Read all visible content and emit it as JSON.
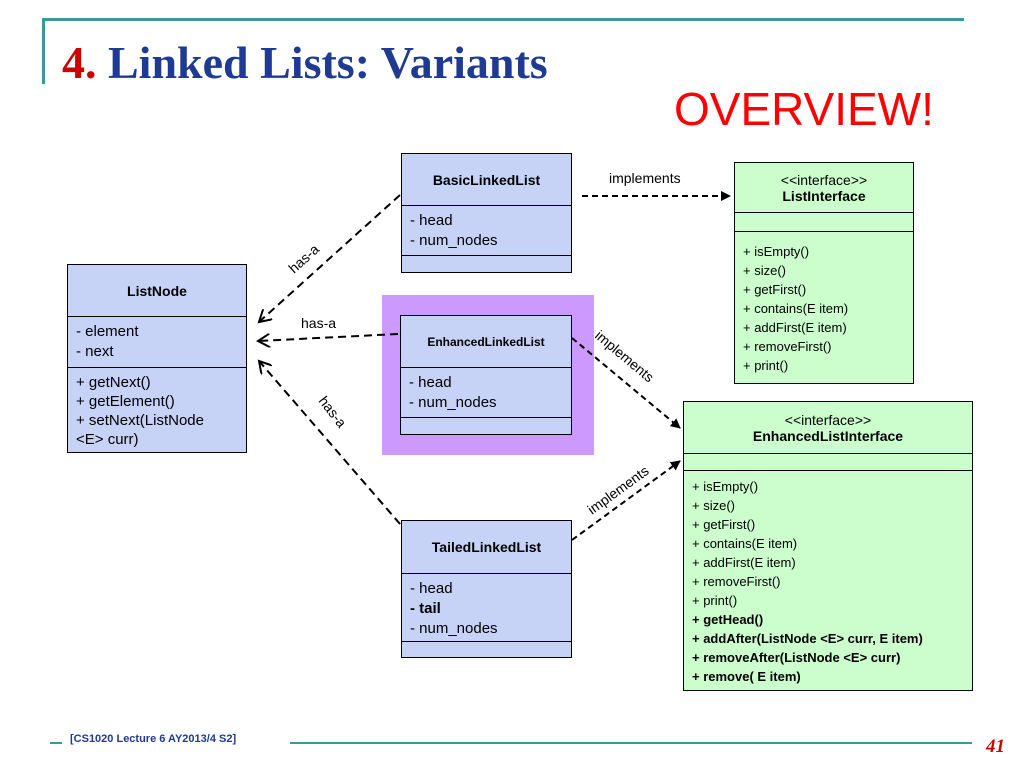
{
  "slide": {
    "title_number": "4.",
    "title_text": "Linked Lists: Variants",
    "overview": "OVERVIEW!",
    "footer": "[CS1020 Lecture 6 AY2013/4 S2]",
    "page_number": "41"
  },
  "classes": {
    "basic": {
      "name": "BasicLinkedList",
      "attributes": [
        "- head",
        "- num_nodes"
      ]
    },
    "listnode": {
      "name": "ListNode",
      "attributes": [
        "- element",
        "- next"
      ],
      "operations": [
        "+ getNext()",
        "+ getElement()",
        "+ setNext(ListNode",
        "<E> curr)"
      ]
    },
    "enhanced": {
      "name": "EnhancedLinkedList",
      "attributes": [
        "- head",
        "- num_nodes"
      ]
    },
    "tailed": {
      "name": "TailedLinkedList",
      "attributes": [
        "- head",
        "- tail",
        "- num_nodes"
      ]
    },
    "list_interface": {
      "stereotype": "<<interface>>",
      "name": "ListInterface",
      "operations": [
        "+ isEmpty()",
        "+ size()",
        "+ getFirst()",
        "+ contains(E item)",
        "+ addFirst(E item)",
        "+ removeFirst()",
        "+ print()"
      ]
    },
    "enhanced_interface": {
      "stereotype": "<<interface>>",
      "name": "EnhancedListInterface",
      "operations": [
        "+ isEmpty()",
        "+ size()",
        "+ getFirst()",
        "+ contains(E item)",
        "+ addFirst(E item)",
        "+ removeFirst()",
        "+ print()",
        "+ getHead()",
        "+ addAfter(ListNode <E> curr, E item)",
        "+ removeAfter(ListNode <E> curr)",
        "+ remove( E item)"
      ]
    }
  },
  "relations": {
    "implements_1": "implements",
    "implements_2": "implements",
    "implements_3": "implements",
    "has_a_1": "has-a",
    "has_a_2": "has-a",
    "has_a_3": "has-a"
  },
  "colors": {
    "title": "#1f3a93",
    "title_number": "#cc0000",
    "overview": "#ff0000",
    "class_fill": "#c6d2f6",
    "interface_fill": "#ccfdcc",
    "highlight": "#cc99ff",
    "frame": "#3a9a9a"
  }
}
